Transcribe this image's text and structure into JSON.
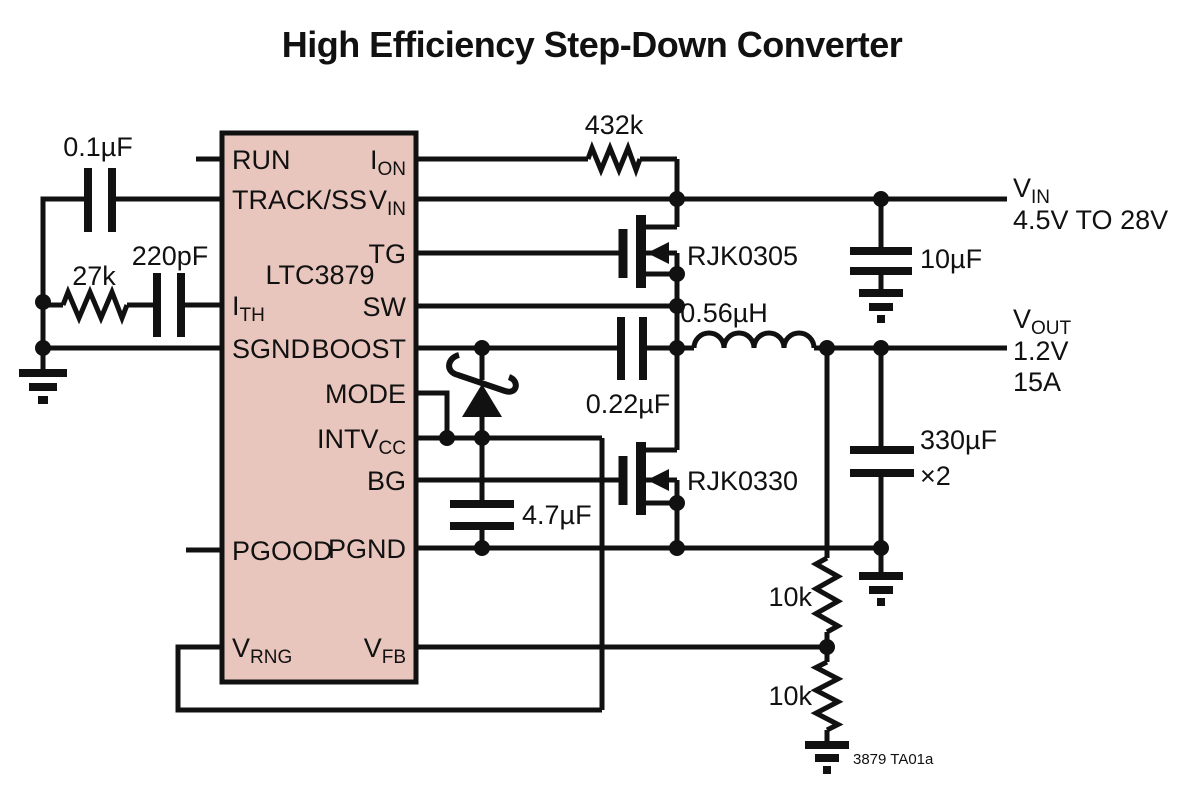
{
  "title": "High Efficiency Step-Down Converter",
  "footnote": "3879 TA01a",
  "colors": {
    "ic_fill": "#e9c6bd",
    "line": "#111111",
    "background": "#ffffff"
  },
  "ic": {
    "part": "LTC3879",
    "left_pins": [
      {
        "main": "RUN",
        "sub": ""
      },
      {
        "main": "TRACK/SS",
        "sub": ""
      },
      {
        "main": "I",
        "sub": "TH"
      },
      {
        "main": "SGND",
        "sub": ""
      },
      {
        "main": "PGOOD",
        "sub": ""
      },
      {
        "main": "V",
        "sub": "RNG"
      }
    ],
    "right_pins": [
      {
        "main": "I",
        "sub": "ON"
      },
      {
        "main": "V",
        "sub": "IN"
      },
      {
        "main": "TG",
        "sub": ""
      },
      {
        "main": "SW",
        "sub": ""
      },
      {
        "main": "BOOST",
        "sub": ""
      },
      {
        "main": "MODE",
        "sub": ""
      },
      {
        "main": "INTV",
        "sub": "CC"
      },
      {
        "main": "BG",
        "sub": ""
      },
      {
        "main": "PGND",
        "sub": ""
      },
      {
        "main": "V",
        "sub": "FB"
      }
    ]
  },
  "components": {
    "ss_cap": "0.1µF",
    "ith_res": "27k",
    "ith_cap": "220pF",
    "ion_res": "432k",
    "top_fet": "RJK0305",
    "bot_fet": "RJK0330",
    "boost_cap": "0.22µF",
    "intvcc_cap": "4.7µF",
    "inductor": "0.56µH",
    "vin_cap": "10µF",
    "vout_cap": "330µF",
    "vout_cap_qty": "×2",
    "fb_res_top": "10k",
    "fb_res_bot": "10k"
  },
  "rails": {
    "vin": {
      "name": "V",
      "sub": "IN",
      "range": "4.5V TO 28V"
    },
    "vout": {
      "name": "V",
      "sub": "OUT",
      "voltage": "1.2V",
      "current": "15A"
    }
  }
}
